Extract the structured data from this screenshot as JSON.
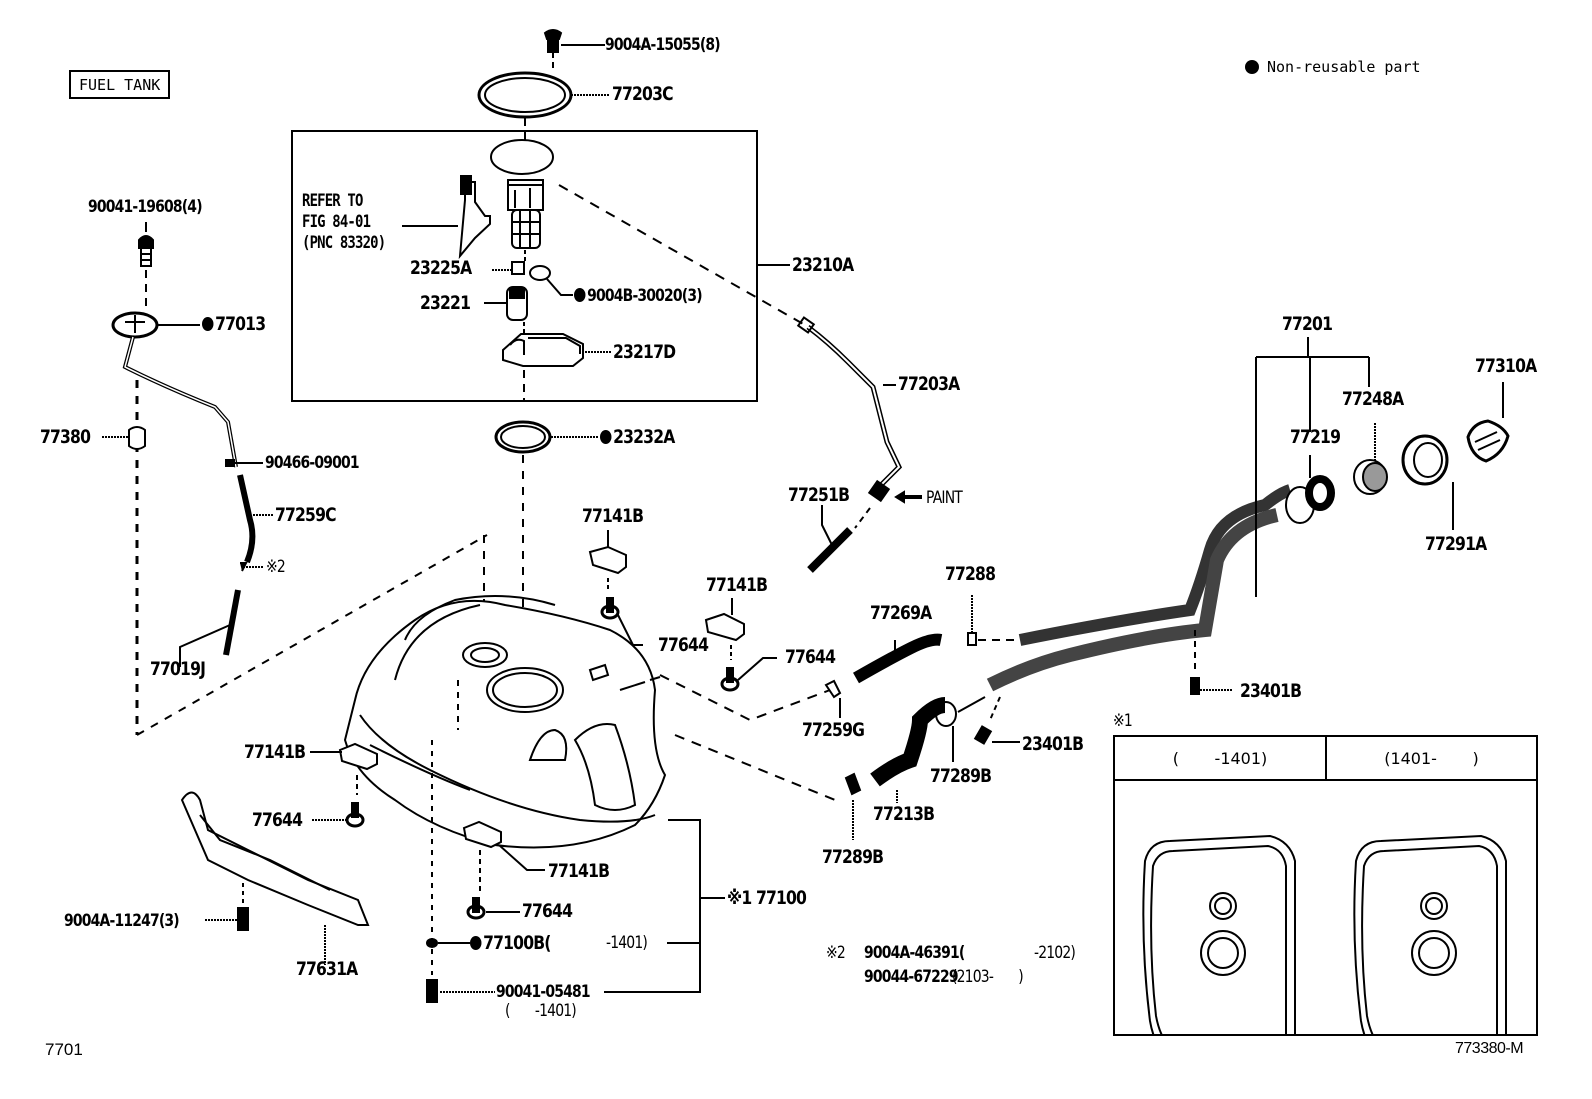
{
  "header": {
    "title": "FUEL TANK",
    "legend_label": "Non-reusable part",
    "legend_icon": "filled-circle"
  },
  "refer_note": {
    "line1": "REFER TO",
    "line2": "FIG 84-01",
    "line3": "(PNC 83320)"
  },
  "parts": {
    "p_9004A_15055": "9004A-15055(8)",
    "p_77203C": "77203C",
    "p_90041_19608": "90041-19608(4)",
    "p_77013": "77013",
    "p_77380": "77380",
    "p_90466_09001": "90466-09001",
    "p_77259C": "77259C",
    "p_note2_ref": "※2",
    "p_77019J": "77019J",
    "p_23225A": "23225A",
    "p_23221": "23221",
    "p_9004B_30020": "9004B-30020(3)",
    "p_23217D": "23217D",
    "p_23210A": "23210A",
    "p_23232A": "23232A",
    "p_77203A": "77203A",
    "p_77251B": "77251B",
    "paint": "PAINT",
    "p_77141B_a": "77141B",
    "p_77141B_b": "77141B",
    "p_77141B_c": "77141B",
    "p_77141B_d": "77141B",
    "p_77644_a": "77644",
    "p_77644_b": "77644",
    "p_77644_c": "77644",
    "p_77644_d": "77644",
    "p_77288": "77288",
    "p_77269A": "77269A",
    "p_77259G": "77259G",
    "p_77213B": "77213B",
    "p_77289B_a": "77289B",
    "p_77289B_b": "77289B",
    "p_23401B_a": "23401B",
    "p_23401B_b": "23401B",
    "p_77201": "77201",
    "p_77219": "77219",
    "p_77248A": "77248A",
    "p_77310A": "77310A",
    "p_77291A": "77291A",
    "p_9004A_11247": "9004A-11247(3)",
    "p_77631A": "77631A",
    "p_77100": "※1 77100",
    "p_77100B": "77100B(",
    "p_77100B_range": "-1401)",
    "p_90041_05481": "90041-05481",
    "p_90041_05481_range": "(       -1401)"
  },
  "note2": {
    "marker": "※2",
    "line1_part": "9004A-46391(",
    "line1_range": "-2102)",
    "line2_part": "90044-67229",
    "line2_range": "(2103-       )"
  },
  "inset": {
    "marker": "※1",
    "col1_header": "(       -1401)",
    "col2_header": "(1401-       )"
  },
  "footer": {
    "left_code": "7701",
    "right_code": "773380-M"
  }
}
